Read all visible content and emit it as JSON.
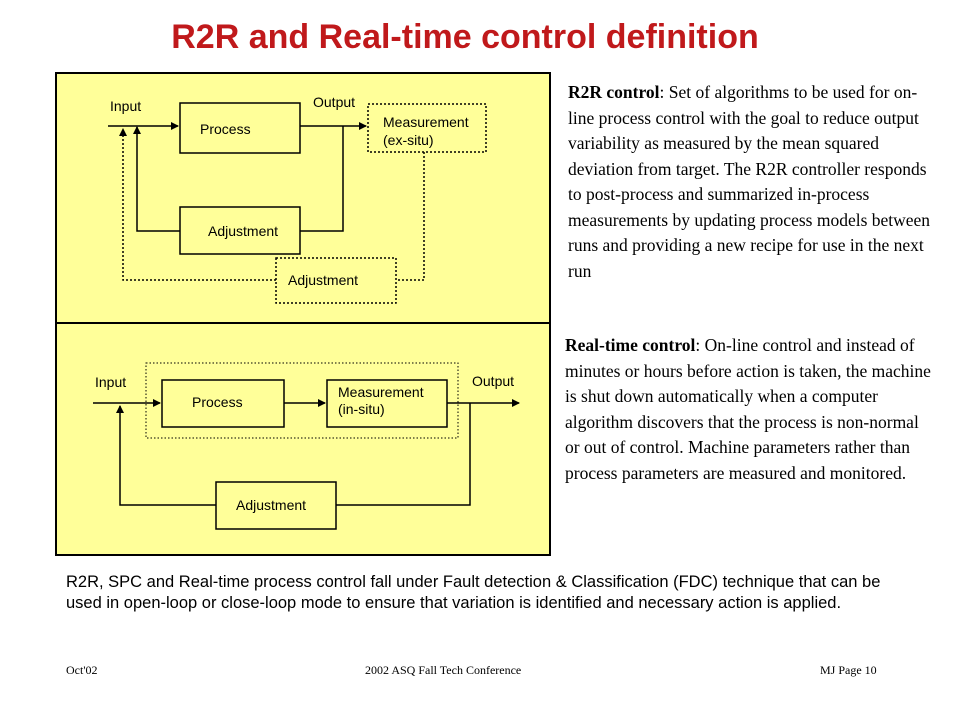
{
  "title": "R2R and Real-time control definition",
  "diagram1": {
    "input": "Input",
    "output": "Output",
    "process": "Process",
    "measurement_line1": "Measurement",
    "measurement_line2": "(ex-situ)",
    "adjustment_inner": "Adjustment",
    "adjustment_outer": "Adjustment"
  },
  "diagram2": {
    "input": "Input",
    "output": "Output",
    "process": "Process",
    "measurement_line1": "Measurement",
    "measurement_line2": "(in-situ)",
    "adjustment": "Adjustment"
  },
  "r2r": {
    "term": "R2R control",
    "definition": ": Set of algorithms to be used for on-line process control with the goal to reduce output variability as measured by the mean squared deviation from target.  The R2R controller responds to post-process and summarized in-process measurements by updating process models between runs and providing a new recipe for use in the next run"
  },
  "realtime": {
    "term": "Real-time control",
    "definition": ": On-line control and instead of minutes or hours before action is taken, the machine is shut down automatically when a computer algorithm discovers that the process is non-normal or out of control.  Machine parameters rather than process parameters are measured and monitored."
  },
  "summary": "R2R, SPC and Real-time process control fall under Fault detection & Classification (FDC) technique that can be used in open-loop or close-loop mode to ensure that variation is identified and necessary action is applied.",
  "footer": {
    "left": "Oct'02",
    "center": "2002 ASQ Fall Tech Conference",
    "right": "MJ    Page 10"
  }
}
